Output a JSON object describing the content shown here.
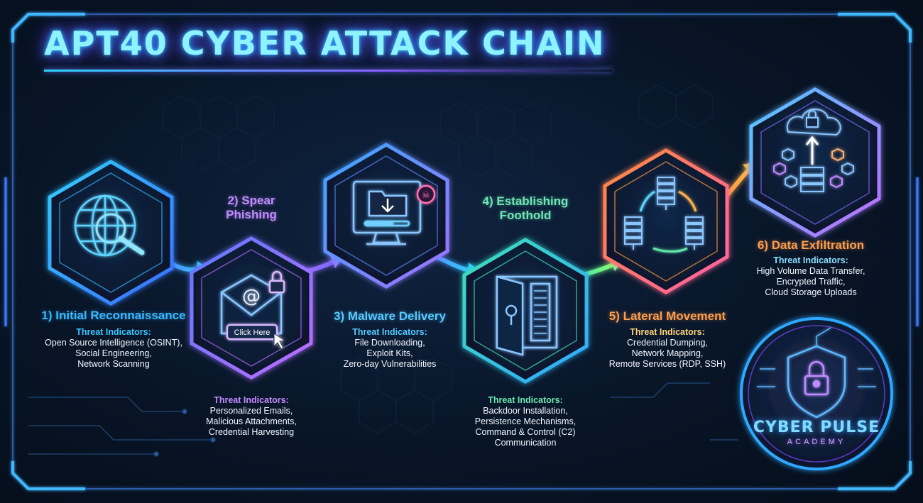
{
  "title": "APT40 CYBER ATTACK CHAIN",
  "threat_label": "Threat Indicators:",
  "stages": [
    {
      "heading": [
        "1) Initial Reconnaissance"
      ],
      "indicators": [
        "Open Source Intelligence (OSINT),",
        "Social Engineering,",
        "Network Scanning"
      ],
      "color": "#2fb4ff",
      "icon": "globe-magnifier-icon"
    },
    {
      "heading": [
        "2) Spear",
        "Phishing"
      ],
      "indicators": [
        "Personalized Emails,",
        "Malicious Attachments,",
        "Credential Harvesting"
      ],
      "color": "#a96bff",
      "icon": "phishing-email-icon",
      "button_text": "Click Here"
    },
    {
      "heading": [
        "3) Malware Delivery"
      ],
      "indicators": [
        "File Downloading,",
        "Exploit Kits,",
        "Zero-day Vulnerabilities"
      ],
      "color": "#5a86ff",
      "icon": "malware-download-icon"
    },
    {
      "heading": [
        "4) Establishing",
        "Foothold"
      ],
      "indicators": [
        "Backdoor Installation,",
        "Persistence Mechanisms,",
        "Command & Control (C2)",
        "Communication"
      ],
      "color": "#3ee0b8",
      "icon": "backdoor-vault-icon"
    },
    {
      "heading": [
        "5) Lateral Movement"
      ],
      "indicators": [
        "Credential Dumping,",
        "Network Mapping,",
        "Remote Services (RDP, SSH)"
      ],
      "color": "#ff9440",
      "icon": "server-network-icon"
    },
    {
      "heading": [
        "6) Data Exfiltration"
      ],
      "indicators": [
        "High Volume Data Transfer,",
        "Encrypted Traffic,",
        "Cloud Storage Uploads"
      ],
      "color": "#7a6cff",
      "icon": "cloud-exfiltration-icon"
    }
  ],
  "logo": {
    "name": "CYBER PULSE",
    "tagline": "ACADEMY",
    "icon": "shield-lock-icon"
  }
}
